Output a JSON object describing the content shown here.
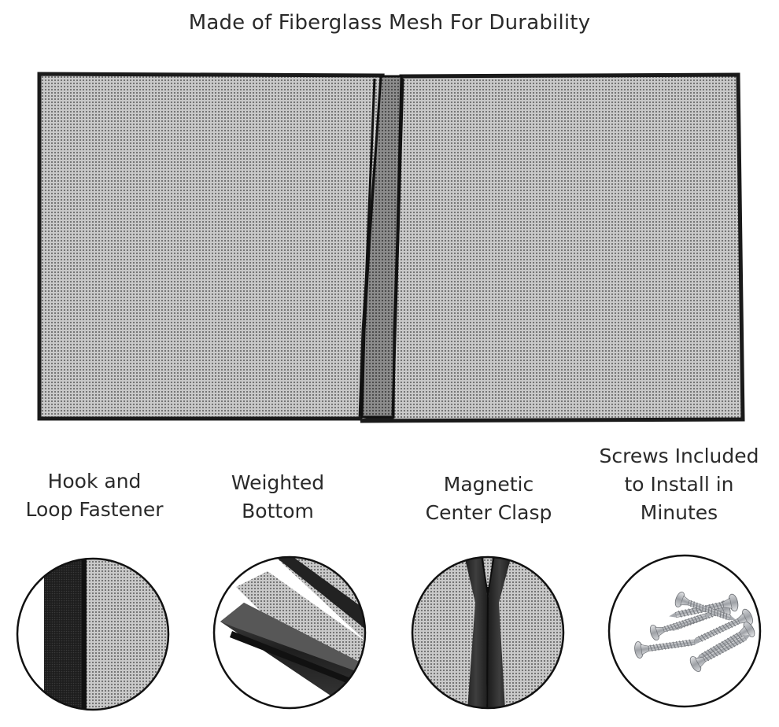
{
  "headline": "Made of Fiberglass Mesh For Durability",
  "features": [
    {
      "line1": "Hook and",
      "line2": "Loop Fastener",
      "icon": "hook-loop-fastener-closeup"
    },
    {
      "line1": "Weighted",
      "line2": "Bottom",
      "icon": "weighted-bottom-closeup"
    },
    {
      "line1": "Magnetic",
      "line2": "Center Clasp",
      "icon": "magnetic-clasp-closeup"
    },
    {
      "line1": "Screws Included",
      "line2": "to Install in",
      "line3": "Minutes",
      "icon": "screws-closeup"
    }
  ],
  "colors": {
    "mesh": "#c4c4c4",
    "mesh_dot": "#6a6a6a",
    "frame": "#1a1a1a",
    "fabric": "#2b2b2b",
    "screw": "#b9bcc0"
  }
}
